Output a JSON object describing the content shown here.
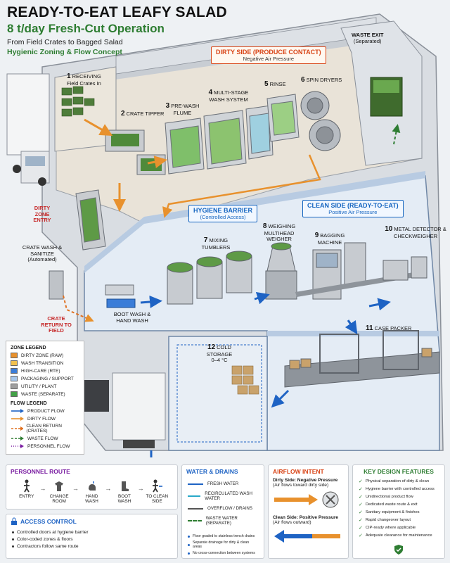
{
  "header": {
    "title": "READY-TO-EAT LEAFY SALAD",
    "subtitle": "8 t/day Fresh-Cut Operation",
    "line1": "From Field Crates to Bagged Salad",
    "line2": "Hygienic Zoning & Flow Concept"
  },
  "zones": {
    "dirty_title": "DIRTY SIDE (PRODUCE CONTACT)",
    "dirty_sub": "Negative Air Pressure",
    "clean_title": "CLEAN SIDE (READY-TO-EAT)",
    "clean_sub": "Positive Air Pressure",
    "barrier_title": "HYGIENE BARRIER",
    "barrier_sub": "(Controlled Access)"
  },
  "stations": [
    {
      "num": "1",
      "name": "RECEIVING",
      "sub": "Field Crates In"
    },
    {
      "num": "2",
      "name": "CRATE TIPPER",
      "sub": ""
    },
    {
      "num": "3",
      "name": "PRE-WASH FLUME",
      "sub": ""
    },
    {
      "num": "4",
      "name": "MULTI-STAGE WASH SYSTEM",
      "sub": ""
    },
    {
      "num": "5",
      "name": "RINSE",
      "sub": ""
    },
    {
      "num": "6",
      "name": "SPIN DRYERS",
      "sub": ""
    },
    {
      "num": "7",
      "name": "MIXING TUMBLERS",
      "sub": ""
    },
    {
      "num": "8",
      "name": "WEIGHING MULTIHEAD WEIGHER",
      "sub": ""
    },
    {
      "num": "9",
      "name": "BAGGING MACHINE",
      "sub": ""
    },
    {
      "num": "10",
      "name": "METAL DETECTOR & CHECKWEIGHER",
      "sub": ""
    },
    {
      "num": "11",
      "name": "CASE PACKER",
      "sub": ""
    },
    {
      "num": "12",
      "name": "COLD STORAGE",
      "sub": "0–4 °C"
    }
  ],
  "misc_labels": {
    "waste_exit": "WASTE EXIT",
    "waste_exit_sub": "(Separated)",
    "dirty_entry": "DIRTY ZONE ENTRY",
    "crate_wash": "CRATE WASH & SANITIZE",
    "crate_wash_sub": "(Automated)",
    "crate_return": "CRATE RETURN TO FIELD",
    "boot_wash": "BOOT WASH & HAND WASH"
  },
  "zone_legend": {
    "title": "ZONE LEGEND",
    "items": [
      {
        "label": "DIRTY ZONE (RAW)",
        "color": "#e8912d"
      },
      {
        "label": "WASH TRANSITION",
        "color": "#f2c14e"
      },
      {
        "label": "HIGH-CARE (RTE)",
        "color": "#3b7dd8"
      },
      {
        "label": "PACKAGING / SUPPORT",
        "color": "#a8c8ec"
      },
      {
        "label": "UTILITY / PLANT",
        "color": "#9e9e9e"
      },
      {
        "label": "WASTE (SEPARATE)",
        "color": "#43a047"
      }
    ]
  },
  "flow_legend": {
    "title": "FLOW LEGEND",
    "items": [
      {
        "label": "PRODUCT FLOW",
        "color": "#1e63c4",
        "style": "solid"
      },
      {
        "label": "DIRTY FLOW",
        "color": "#e8912d",
        "style": "solid"
      },
      {
        "label": "CLEAN RETURN (CRATES)",
        "color": "#e0701f",
        "style": "dashed"
      },
      {
        "label": "WASTE FLOW",
        "color": "#2e7d32",
        "style": "dashed"
      },
      {
        "label": "PERSONNEL FLOW",
        "color": "#7b1fa2",
        "style": "dotted"
      }
    ]
  },
  "personnel": {
    "title": "PERSONNEL ROUTE",
    "steps": [
      "ENTRY",
      "CHANGE ROOM",
      "HAND WASH",
      "BOOT WASH",
      "TO CLEAN SIDE"
    ]
  },
  "access": {
    "title": "ACCESS CONTROL",
    "items": [
      "Controlled doors at hygiene barrier",
      "Color-coded zones & floors",
      "Contractors follow same route"
    ]
  },
  "water": {
    "title": "WATER & DRAINS",
    "lines": [
      {
        "label": "FRESH WATER",
        "color": "#1e63c4",
        "style": "solid"
      },
      {
        "label": "RECIRCULATED WASH WATER",
        "color": "#29a9c9",
        "style": "solid"
      },
      {
        "label": "OVERFLOW / DRAINS",
        "color": "#555555",
        "style": "solid"
      },
      {
        "label": "WASTE WATER (SEPARATE)",
        "color": "#2e7d32",
        "style": "dashed"
      }
    ],
    "notes": [
      "Floor graded to stainless trench drains",
      "Separate drainage for dirty & clean areas",
      "No cross-connection between systems"
    ]
  },
  "airflow": {
    "title": "AIRFLOW INTENT",
    "dirty_title": "Dirty Side: Negative Pressure",
    "dirty_sub": "(Air flows toward dirty side)",
    "clean_title": "Clean Side: Positive Pressure",
    "clean_sub": "(Air flows outward)"
  },
  "features": {
    "title": "KEY DESIGN FEATURES",
    "items": [
      "Physical separation of dirty & clean",
      "Hygiene barrier with controlled access",
      "Unidirectional product flow",
      "Dedicated waste route & exit",
      "Sanitary equipment & finishes",
      "Rapid changeover layout",
      "CIP-ready where applicable",
      "Adequate clearance for maintenance"
    ]
  },
  "colors": {
    "dirty": "#e8912d",
    "clean": "#1e63c4",
    "waste": "#2e7d32",
    "green_title": "#2e7d32"
  }
}
